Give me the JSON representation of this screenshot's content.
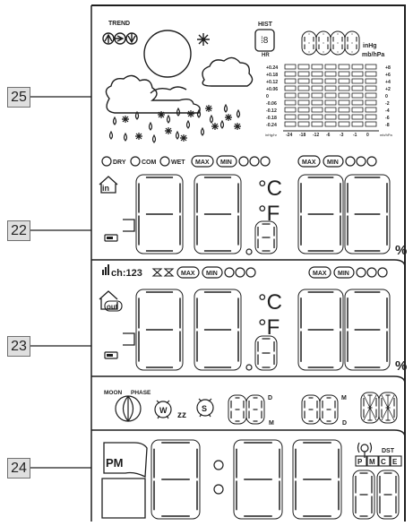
{
  "callouts": {
    "weather": "25",
    "indoor": "22",
    "outdoor": "23",
    "clock": "24"
  },
  "weather": {
    "trend_label": "TREND",
    "hist_label": "HIST",
    "hr_label": "HR",
    "units": [
      "inHg",
      "mb/hPa"
    ],
    "graph_left_labels": [
      "+0.24",
      "+0.18",
      "+0.12",
      "+0.06",
      "0",
      "-0.06",
      "-0.12",
      "-0.18",
      "-0.24"
    ],
    "graph_right_labels": [
      "+8",
      "+6",
      "+4",
      "+2",
      "0",
      "-2",
      "-4",
      "-6",
      "-8"
    ],
    "graph_x_labels": [
      "-24",
      "-18",
      "-12",
      "-6",
      "-3",
      "-1",
      "0"
    ],
    "graph_x_unit_left": "inHg/hr",
    "graph_x_unit_right": "mb/hPa"
  },
  "comfort_row": {
    "dry": "DRY",
    "com": "COM",
    "wet": "WET",
    "max": "MAX",
    "min": "MIN"
  },
  "indoor": {
    "icon": "in",
    "temp_units": [
      "°C",
      "°F"
    ],
    "percent": "%"
  },
  "channel_row": {
    "channel": "ch:123",
    "max": "MAX",
    "min": "MIN"
  },
  "outdoor": {
    "icon": "out",
    "temp_units": [
      "°C",
      "°F"
    ],
    "percent": "%"
  },
  "moon": {
    "label_moon": "MOON",
    "label_phase": "PHASE",
    "alarm1": "W",
    "alarm2": "S",
    "snooze": "zz",
    "sup_d": "D",
    "sub_m": "M",
    "sup_m": "M",
    "sub_d": "D"
  },
  "clock": {
    "pm": "PM",
    "dst": "DST",
    "letters": [
      "P",
      "M",
      "C",
      "E"
    ]
  },
  "icons": [
    "sun-icon",
    "cloud-icon",
    "rain-icon",
    "snow-icon",
    "arrow-icon",
    "house-icon",
    "battery-icon",
    "signal-icon",
    "bell-icon",
    "moon-icon"
  ]
}
